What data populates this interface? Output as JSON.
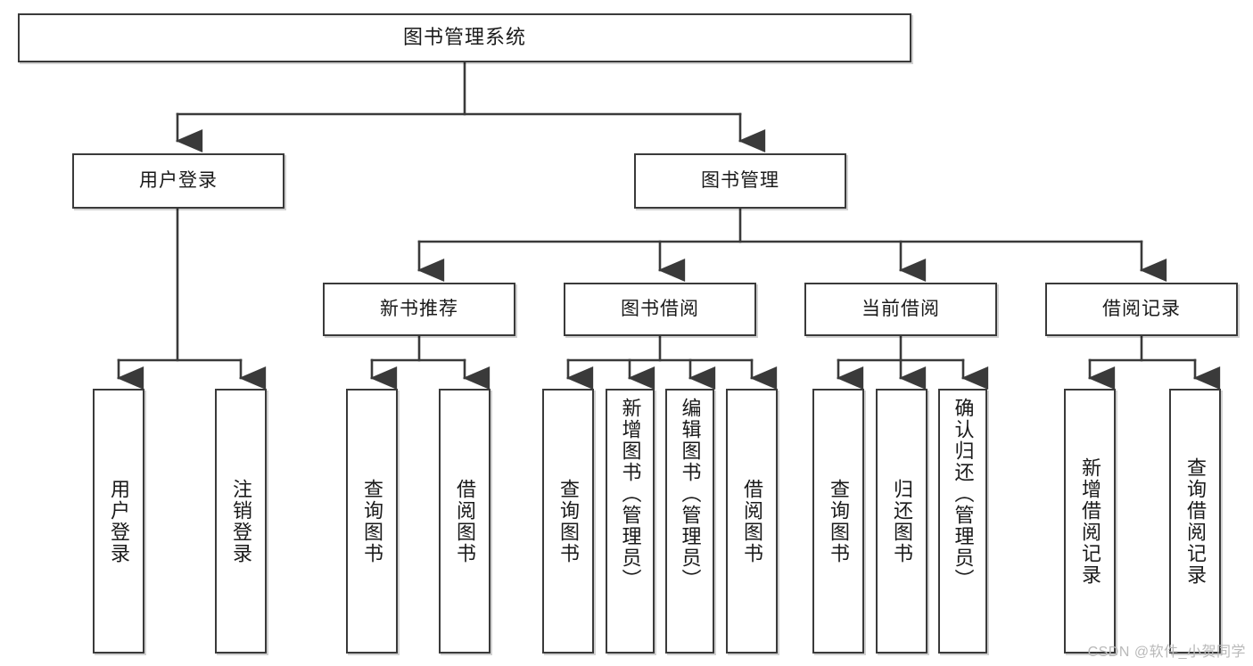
{
  "diagram": {
    "type": "tree",
    "title": "图书管理系统",
    "watermark": "CSDN @软件_小贺同学",
    "colors": {
      "stroke": "#3a3a3a",
      "fill": "#ffffff",
      "text": "#1a1a1a",
      "watermark": "#b9b9b9"
    },
    "root": {
      "label": "图书管理系统"
    },
    "level2": [
      {
        "label": "用户登录"
      },
      {
        "label": "图书管理"
      }
    ],
    "level3": [
      {
        "label": "新书推荐"
      },
      {
        "label": "图书借阅"
      },
      {
        "label": "当前借阅"
      },
      {
        "label": "借阅记录"
      }
    ],
    "leaves": {
      "user_login": [
        {
          "label": "用户登录"
        },
        {
          "label": "注销登录"
        }
      ],
      "new_book_recommend": [
        {
          "label": "查询图书"
        },
        {
          "label": "借阅图书"
        }
      ],
      "book_borrow": [
        {
          "label": "查询图书"
        },
        {
          "label": "新增图书（管理员）"
        },
        {
          "label": "编辑图书（管理员）"
        },
        {
          "label": "借阅图书"
        }
      ],
      "current_borrow": [
        {
          "label": "查询图书"
        },
        {
          "label": "归还图书"
        },
        {
          "label": "确认归还（管理员）"
        }
      ],
      "borrow_records": [
        {
          "label": "新增借阅记录"
        },
        {
          "label": "查询借阅记录"
        }
      ]
    }
  }
}
